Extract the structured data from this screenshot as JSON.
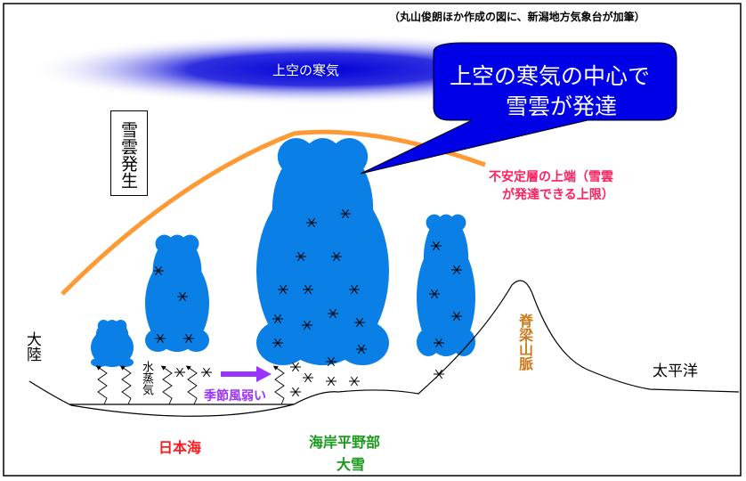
{
  "credit": "（丸山俊朗ほか作成の図に、新潟地方気象台が加筆）",
  "cold_air": "上空の寒気",
  "callout": {
    "line1": "上空の寒気の中心で",
    "line2": "雪雲が発達",
    "color": "#0000e6"
  },
  "snow_cloud_formation": "雪雲発生",
  "unstable_layer": {
    "line1": "不安定層の上端（雪雲",
    "line2": "が発達できる上限）",
    "color": "#ff2060"
  },
  "continent": "大陸",
  "water_vapor": "水蒸気",
  "monsoon_weak": "季節風弱い",
  "sea_of_japan": "日本海",
  "coastal_plain": {
    "line1": "海岸平野部",
    "line2": "大雪"
  },
  "mountains": "脊梁山脈",
  "pacific": "太平洋",
  "colors": {
    "cloud": "#0a7fe6",
    "orange_line": "#ff9933",
    "arrow": "#9933ff",
    "green": "#1a9a1a",
    "red": "#ff1a1a",
    "brown": "#cc7a1a"
  }
}
